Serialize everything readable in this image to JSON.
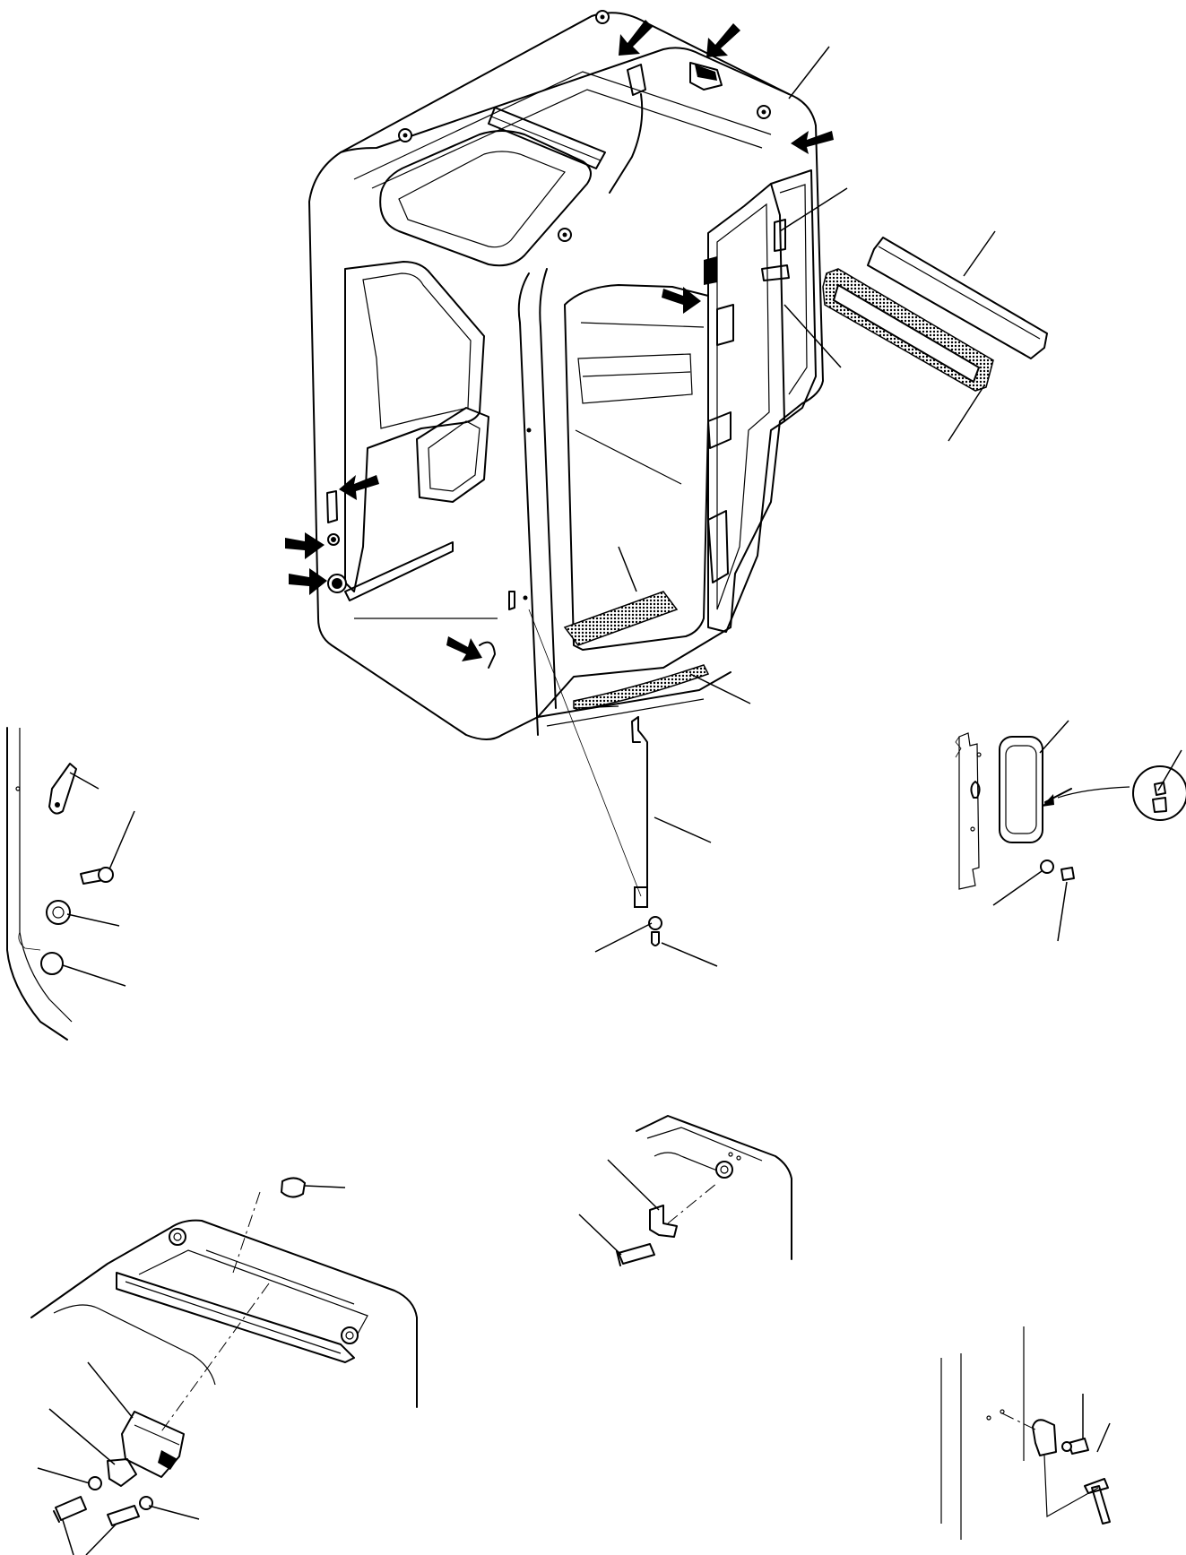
{
  "figure": {
    "type": "exploded-view parts diagram (operator cab)",
    "printed_text": []
  },
  "callouts": {
    "count": 30
  },
  "arrows": {
    "count": 10
  },
  "colors": {
    "line": "#000000",
    "background": "#ffffff",
    "hatch": "#000000"
  }
}
